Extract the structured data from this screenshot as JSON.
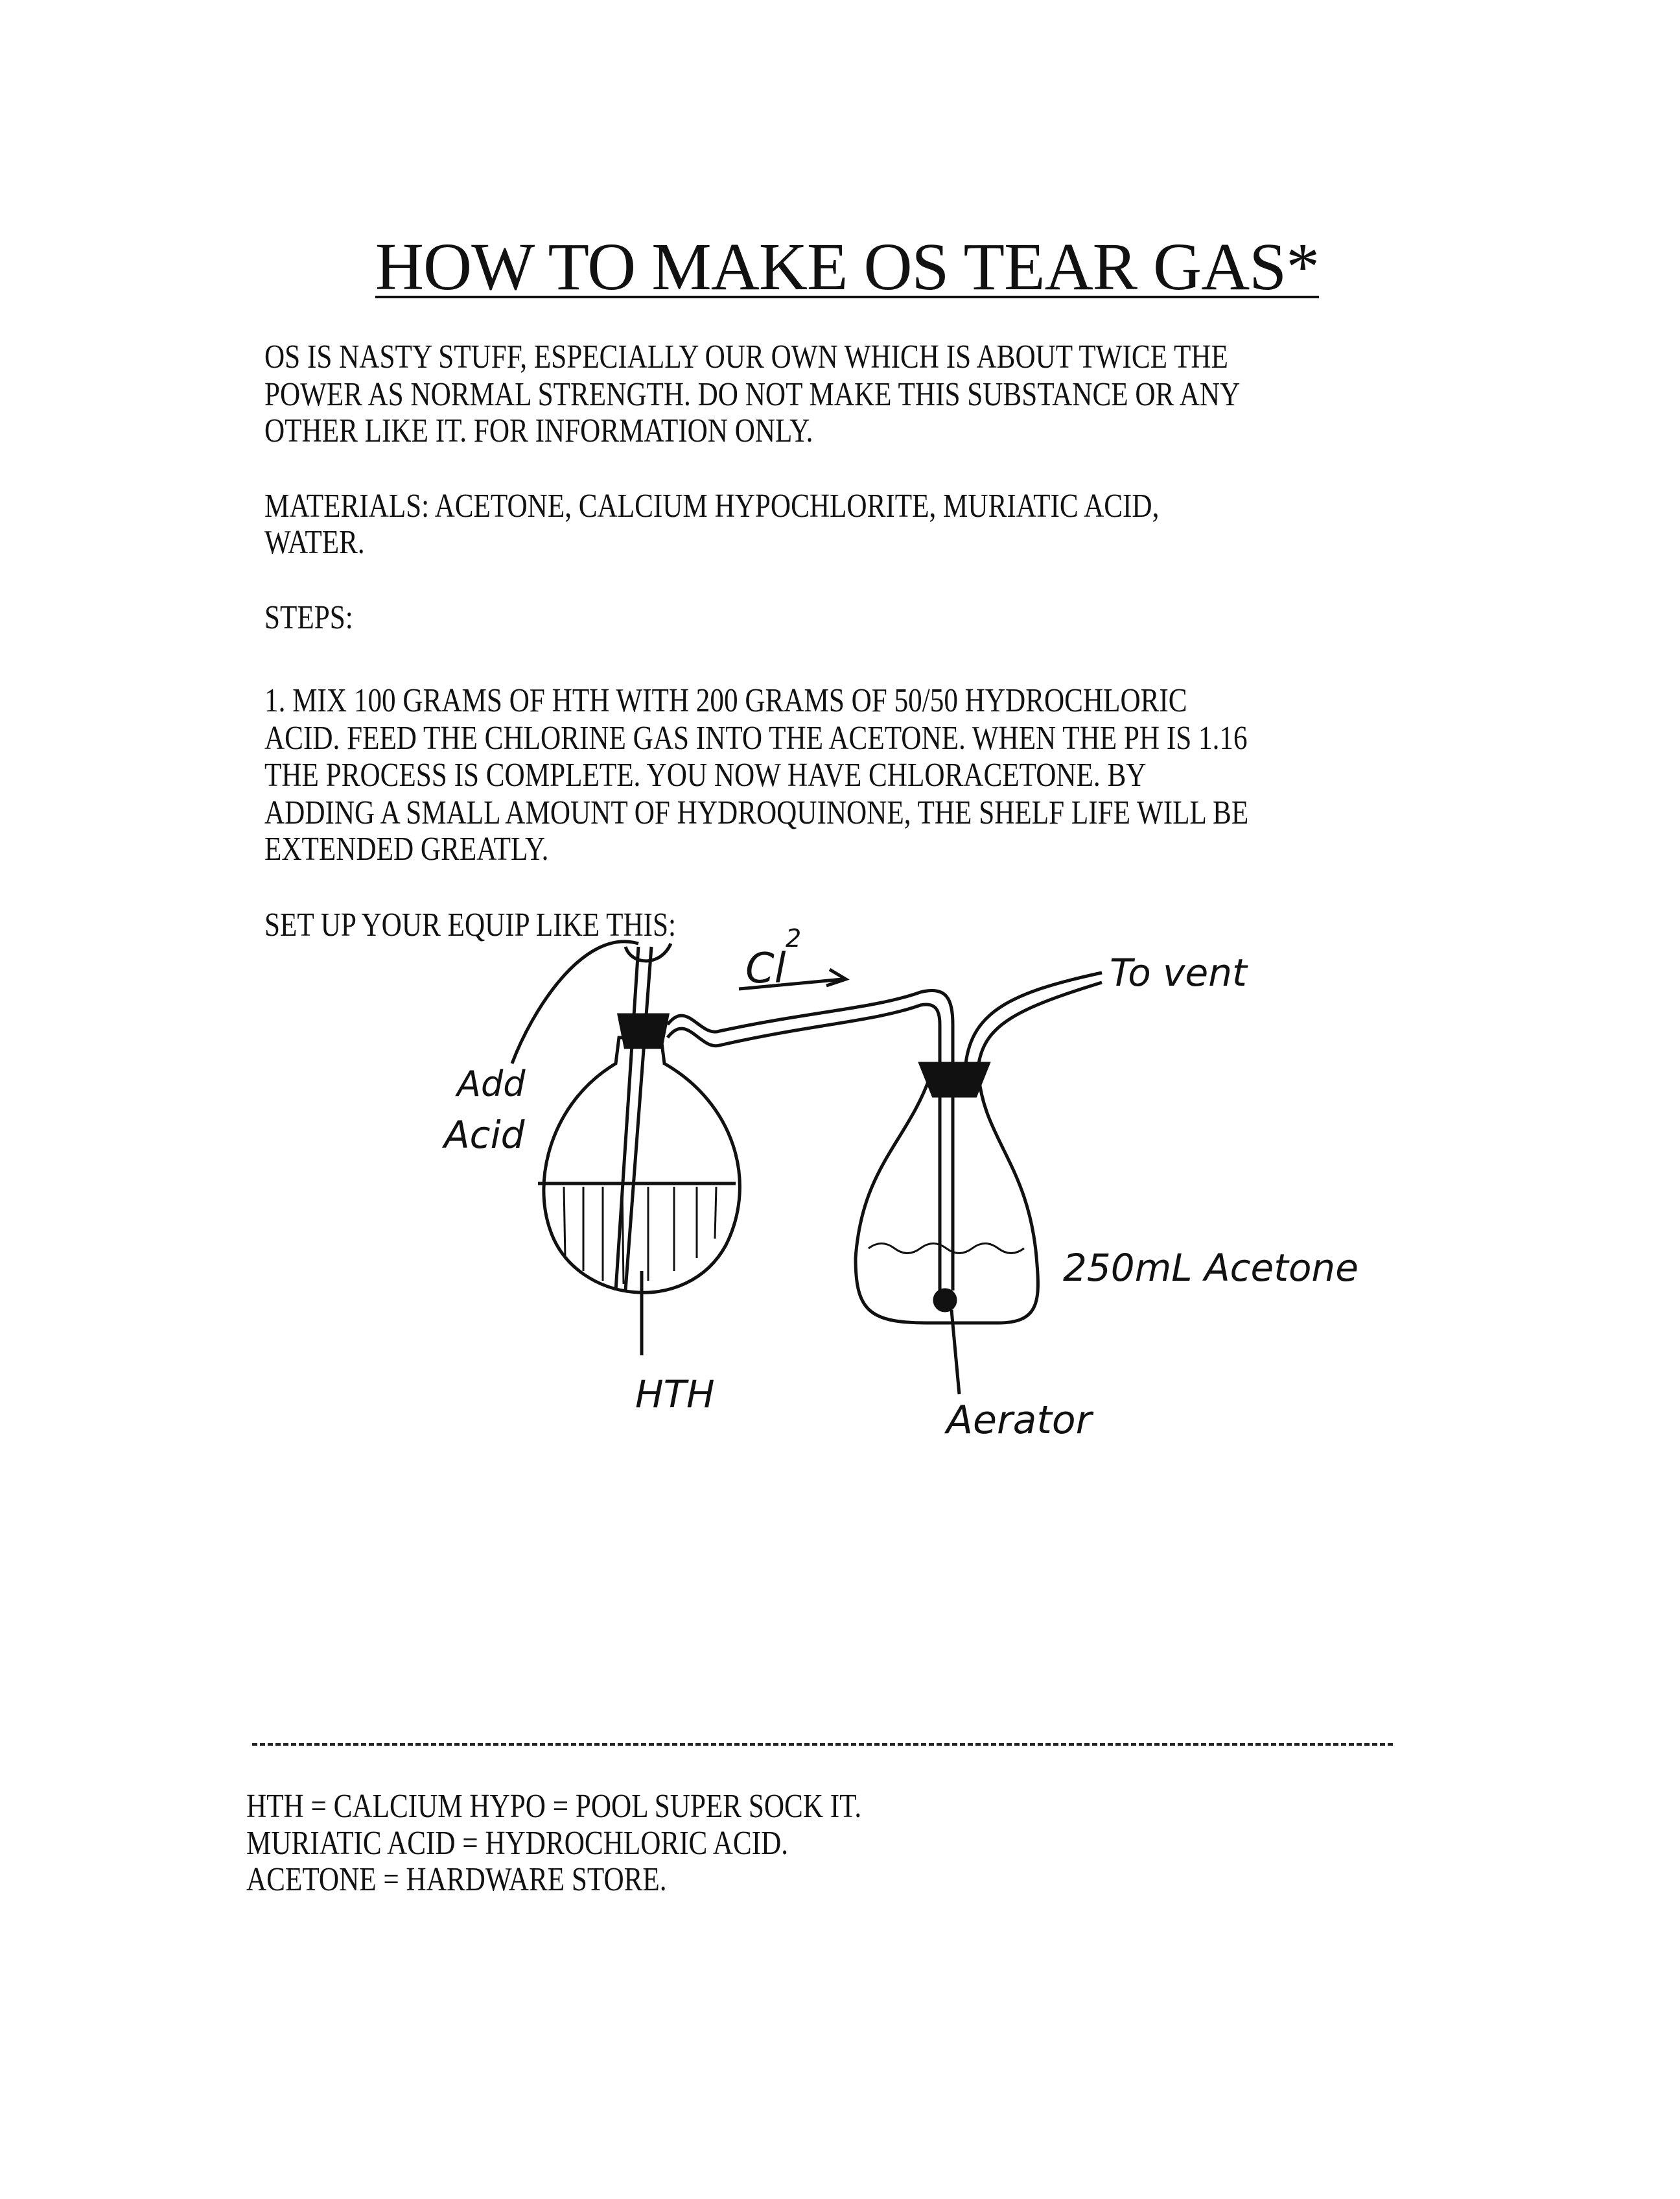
{
  "title": "HOW TO MAKE OS TEAR GAS*",
  "intro": [
    "OS IS NASTY STUFF, ESPECIALLY OUR OWN WHICH IS ABOUT TWICE THE",
    "POWER AS NORMAL STRENGTH.  DO NOT MAKE THIS SUBSTANCE OR ANY",
    "OTHER LIKE IT.  FOR INFORMATION ONLY."
  ],
  "materials": [
    "MATERIALS:  ACETONE, CALCIUM HYPOCHLORITE, MURIATIC ACID,",
    "WATER."
  ],
  "steps_heading": "STEPS:",
  "step1": [
    "1.  MIX 100 GRAMS OF HTH WITH 200 GRAMS OF 50/50 HYDROCHLORIC",
    "ACID.  FEED THE CHLORINE GAS INTO THE ACETONE.  WHEN THE PH IS 1.16",
    "THE PROCESS IS COMPLETE.  YOU NOW HAVE CHLORACETONE.  BY",
    "ADDING A SMALL AMOUNT OF HYDROQUINONE, THE SHELF LIFE WILL BE",
    "EXTENDED GREATLY."
  ],
  "setup": "SET UP YOUR EQUIP LIKE THIS:",
  "diagram": {
    "gas_label": "Cl",
    "gas_sup": "2",
    "vent_label": "To vent",
    "add_acid_1": "Add",
    "add_acid_2": "Acid",
    "hth_label": "HTH",
    "acetone_label": "250mL Acetone",
    "aerator_label": "Aerator"
  },
  "footnotes": [
    "HTH = CALCIUM HYPO = POOL SUPER SOCK IT.",
    "MURIATIC ACID = HYDROCHLORIC ACID.",
    "ACETONE = HARDWARE STORE."
  ]
}
